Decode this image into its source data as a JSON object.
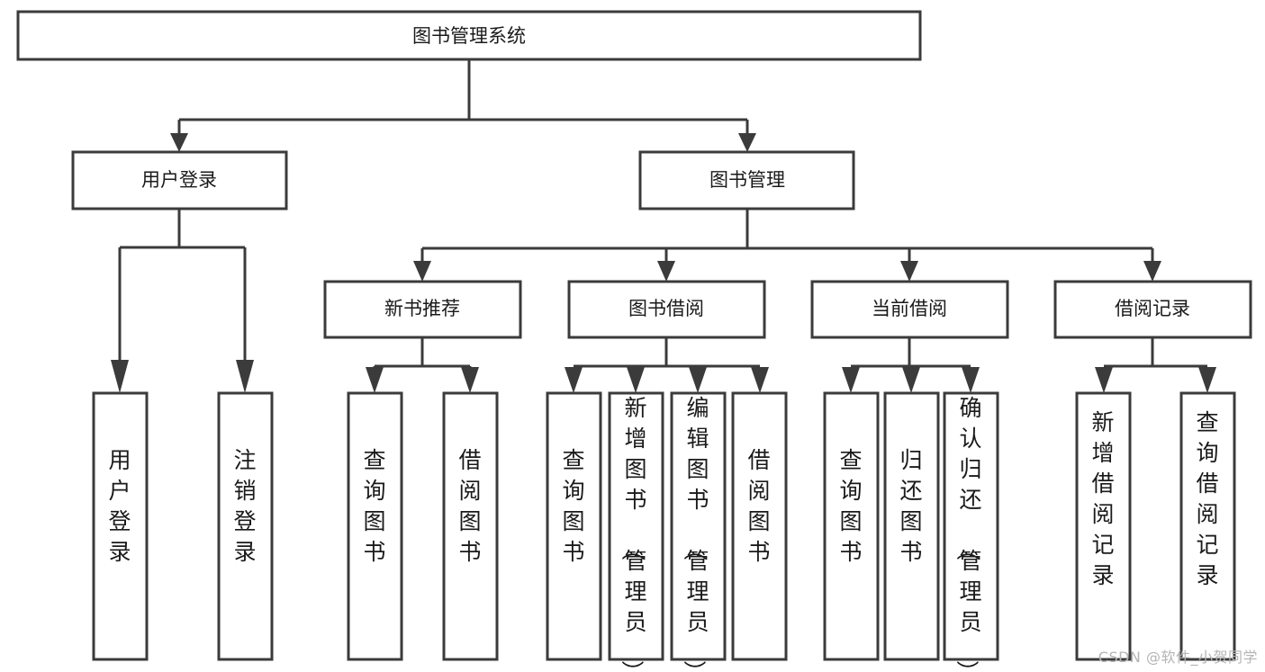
{
  "diagram": {
    "type": "tree-hierarchy-flowchart",
    "title": "图书管理系统",
    "root": {
      "label": "图书管理系统",
      "name": "node-root-system"
    },
    "level2": [
      {
        "label": "用户登录",
        "name": "node-user-login"
      },
      {
        "label": "图书管理",
        "name": "node-book-management"
      }
    ],
    "level3": [
      {
        "label": "新书推荐",
        "name": "node-new-book-recommend"
      },
      {
        "label": "图书借阅",
        "name": "node-book-borrow"
      },
      {
        "label": "当前借阅",
        "name": "node-current-borrow"
      },
      {
        "label": "借阅记录",
        "name": "node-borrow-record"
      }
    ],
    "leaves": {
      "user_login": [
        {
          "label": "用户登录",
          "name": "leaf-user-login"
        },
        {
          "label": "注销登录",
          "name": "leaf-logout"
        }
      ],
      "new_book_recommend": [
        {
          "label": "查询图书",
          "name": "leaf-query-book-recommend"
        },
        {
          "label": "借阅图书",
          "name": "leaf-borrow-book-recommend"
        }
      ],
      "book_borrow": [
        {
          "label": "查询图书",
          "name": "leaf-query-book-borrow"
        },
        {
          "label": "新增图书（管理员）",
          "name": "leaf-add-book-admin"
        },
        {
          "label": "编辑图书（管理员）",
          "name": "leaf-edit-book-admin"
        },
        {
          "label": "借阅图书",
          "name": "leaf-borrow-book"
        }
      ],
      "current_borrow": [
        {
          "label": "查询图书",
          "name": "leaf-query-book-current"
        },
        {
          "label": "归还图书",
          "name": "leaf-return-book"
        },
        {
          "label": "确认归还（管理员）",
          "name": "leaf-confirm-return-admin"
        }
      ],
      "borrow_record": [
        {
          "label": "新增借阅记录",
          "name": "leaf-add-borrow-record"
        },
        {
          "label": "查询借阅记录",
          "name": "leaf-query-borrow-record"
        }
      ]
    }
  },
  "watermark": {
    "text": "CSDN @软件_小贺同学"
  },
  "colors": {
    "stroke": "#3b3b3b",
    "fill": "#ffffff",
    "text": "#1a1a1a",
    "watermark": "#b4b4b4"
  }
}
